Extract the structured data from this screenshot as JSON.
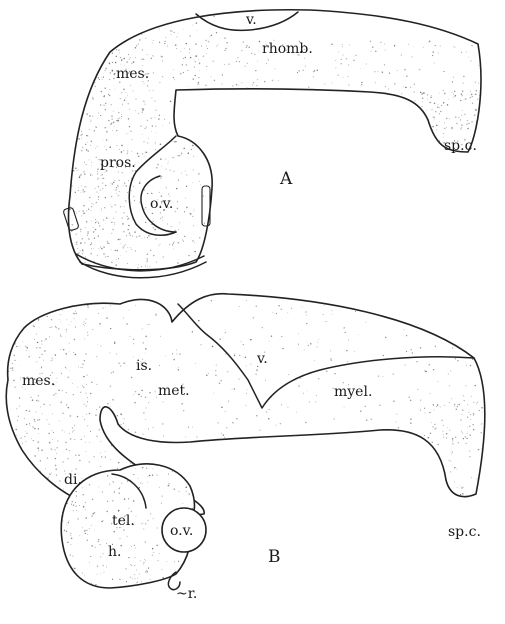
{
  "figure_A": {
    "letter": "A",
    "labels": {
      "v": "v.",
      "rhomb": "rhomb.",
      "mes": "mes.",
      "pros": "pros.",
      "ov": "o.v.",
      "spc": "sp.c."
    }
  },
  "figure_B": {
    "letter": "B",
    "labels": {
      "mes": "mes.",
      "is": "is.",
      "met": "met.",
      "v": "v.",
      "myel": "myel.",
      "di": "di.",
      "tel": "tel.",
      "ov": "o.v.",
      "h": "h.",
      "r": "~r.",
      "spc": "sp.c."
    }
  },
  "colors": {
    "ink": "#222222",
    "stipple": "#555555",
    "background": "#ffffff"
  }
}
